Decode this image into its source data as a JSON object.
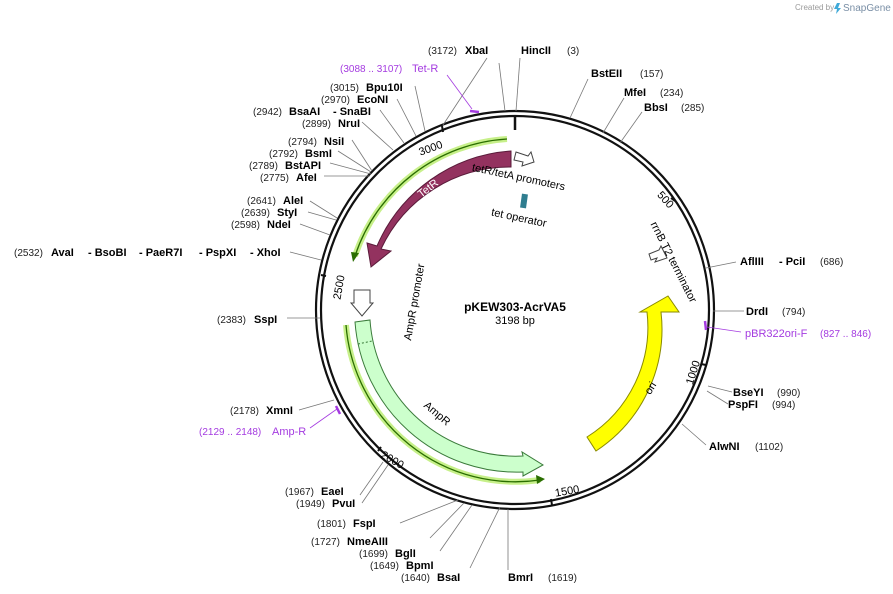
{
  "credit": {
    "prefix": "Created by",
    "brand": "SnapGene"
  },
  "plasmid": {
    "name": "pKEW303-AcrVA5",
    "size_label": "3198 bp"
  },
  "ticks": [
    "500",
    "1000",
    "1500",
    "2000",
    "2500",
    "3000"
  ],
  "features": {
    "tetR": "TetR",
    "tet_promoters": "tetR/tetA promoters",
    "tet_operator": "tet operator",
    "rrnB": "rrnB T2 terminator",
    "ori": "ori",
    "AmpR": "AmpR",
    "AmpR_promoter": "AmpR promoter"
  },
  "sites_right": [
    {
      "enz": "HincII",
      "coord": "(3)"
    },
    {
      "enz": "BstEII",
      "coord": "(157)"
    },
    {
      "enz": "MfeI",
      "coord": "(234)"
    },
    {
      "enz": "BbsI",
      "coord": "(285)"
    },
    {
      "enz": "AflIII",
      "enz2": "- PciI",
      "coord": "(686)"
    },
    {
      "enz": "DrdI",
      "coord": "(794)"
    },
    {
      "enz": "BseYI",
      "coord": "(990)"
    },
    {
      "enz": "PspFI",
      "coord": "(994)"
    },
    {
      "enz": "AlwNI",
      "coord": "(1102)"
    },
    {
      "enz": "BmrI",
      "coord": "(1619)"
    }
  ],
  "sites_left": [
    {
      "enz": "XbaI",
      "coord": "(3172)"
    },
    {
      "enz": "Bpu10I",
      "coord": "(3015)"
    },
    {
      "enz": "EcoNI",
      "coord": "(2970)"
    },
    {
      "enz": "BsaAI",
      "enz2": "- SnaBI",
      "coord": "(2942)"
    },
    {
      "enz": "NruI",
      "coord": "(2899)"
    },
    {
      "enz": "NsiI",
      "coord": "(2794)"
    },
    {
      "enz": "BsmI",
      "coord": "(2792)"
    },
    {
      "enz": "BstAPI",
      "coord": "(2789)"
    },
    {
      "enz": "AfeI",
      "coord": "(2775)"
    },
    {
      "enz": "AleI",
      "coord": "(2641)"
    },
    {
      "enz": "StyI",
      "coord": "(2639)"
    },
    {
      "enz": "NdeI",
      "coord": "(2598)"
    },
    {
      "enz": "AvaI",
      "enz2": "- BsoBI",
      "enz3": "- PaeR7I",
      "enz4": "- PspXI",
      "enz5": "- XhoI",
      "coord": "(2532)"
    },
    {
      "enz": "SspI",
      "coord": "(2383)"
    },
    {
      "enz": "XmnI",
      "coord": "(2178)"
    },
    {
      "enz": "EaeI",
      "coord": "(1967)"
    },
    {
      "enz": "PvuI",
      "coord": "(1949)"
    },
    {
      "enz": "FspI",
      "coord": "(1801)"
    },
    {
      "enz": "NmeAIII",
      "coord": "(1727)"
    },
    {
      "enz": "BglI",
      "coord": "(1699)"
    },
    {
      "enz": "BpmI",
      "coord": "(1649)"
    },
    {
      "enz": "BsaI",
      "coord": "(1640)"
    }
  ],
  "primers": [
    {
      "name": "Tet-R",
      "coord": "(3088 .. 3107)"
    },
    {
      "name": "pBR322ori-F",
      "coord": "(827 .. 846)"
    },
    {
      "name": "Amp-R",
      "coord": "(2129 .. 2148)"
    }
  ],
  "colors": {
    "tetR": "#93325f",
    "ampR": "#ccffcc",
    "ori": "#ffff00",
    "primer": "#a43be0",
    "operator": "#2f7d8f",
    "highlight": "#c7f08a",
    "rf_line": "#2a6e00"
  }
}
